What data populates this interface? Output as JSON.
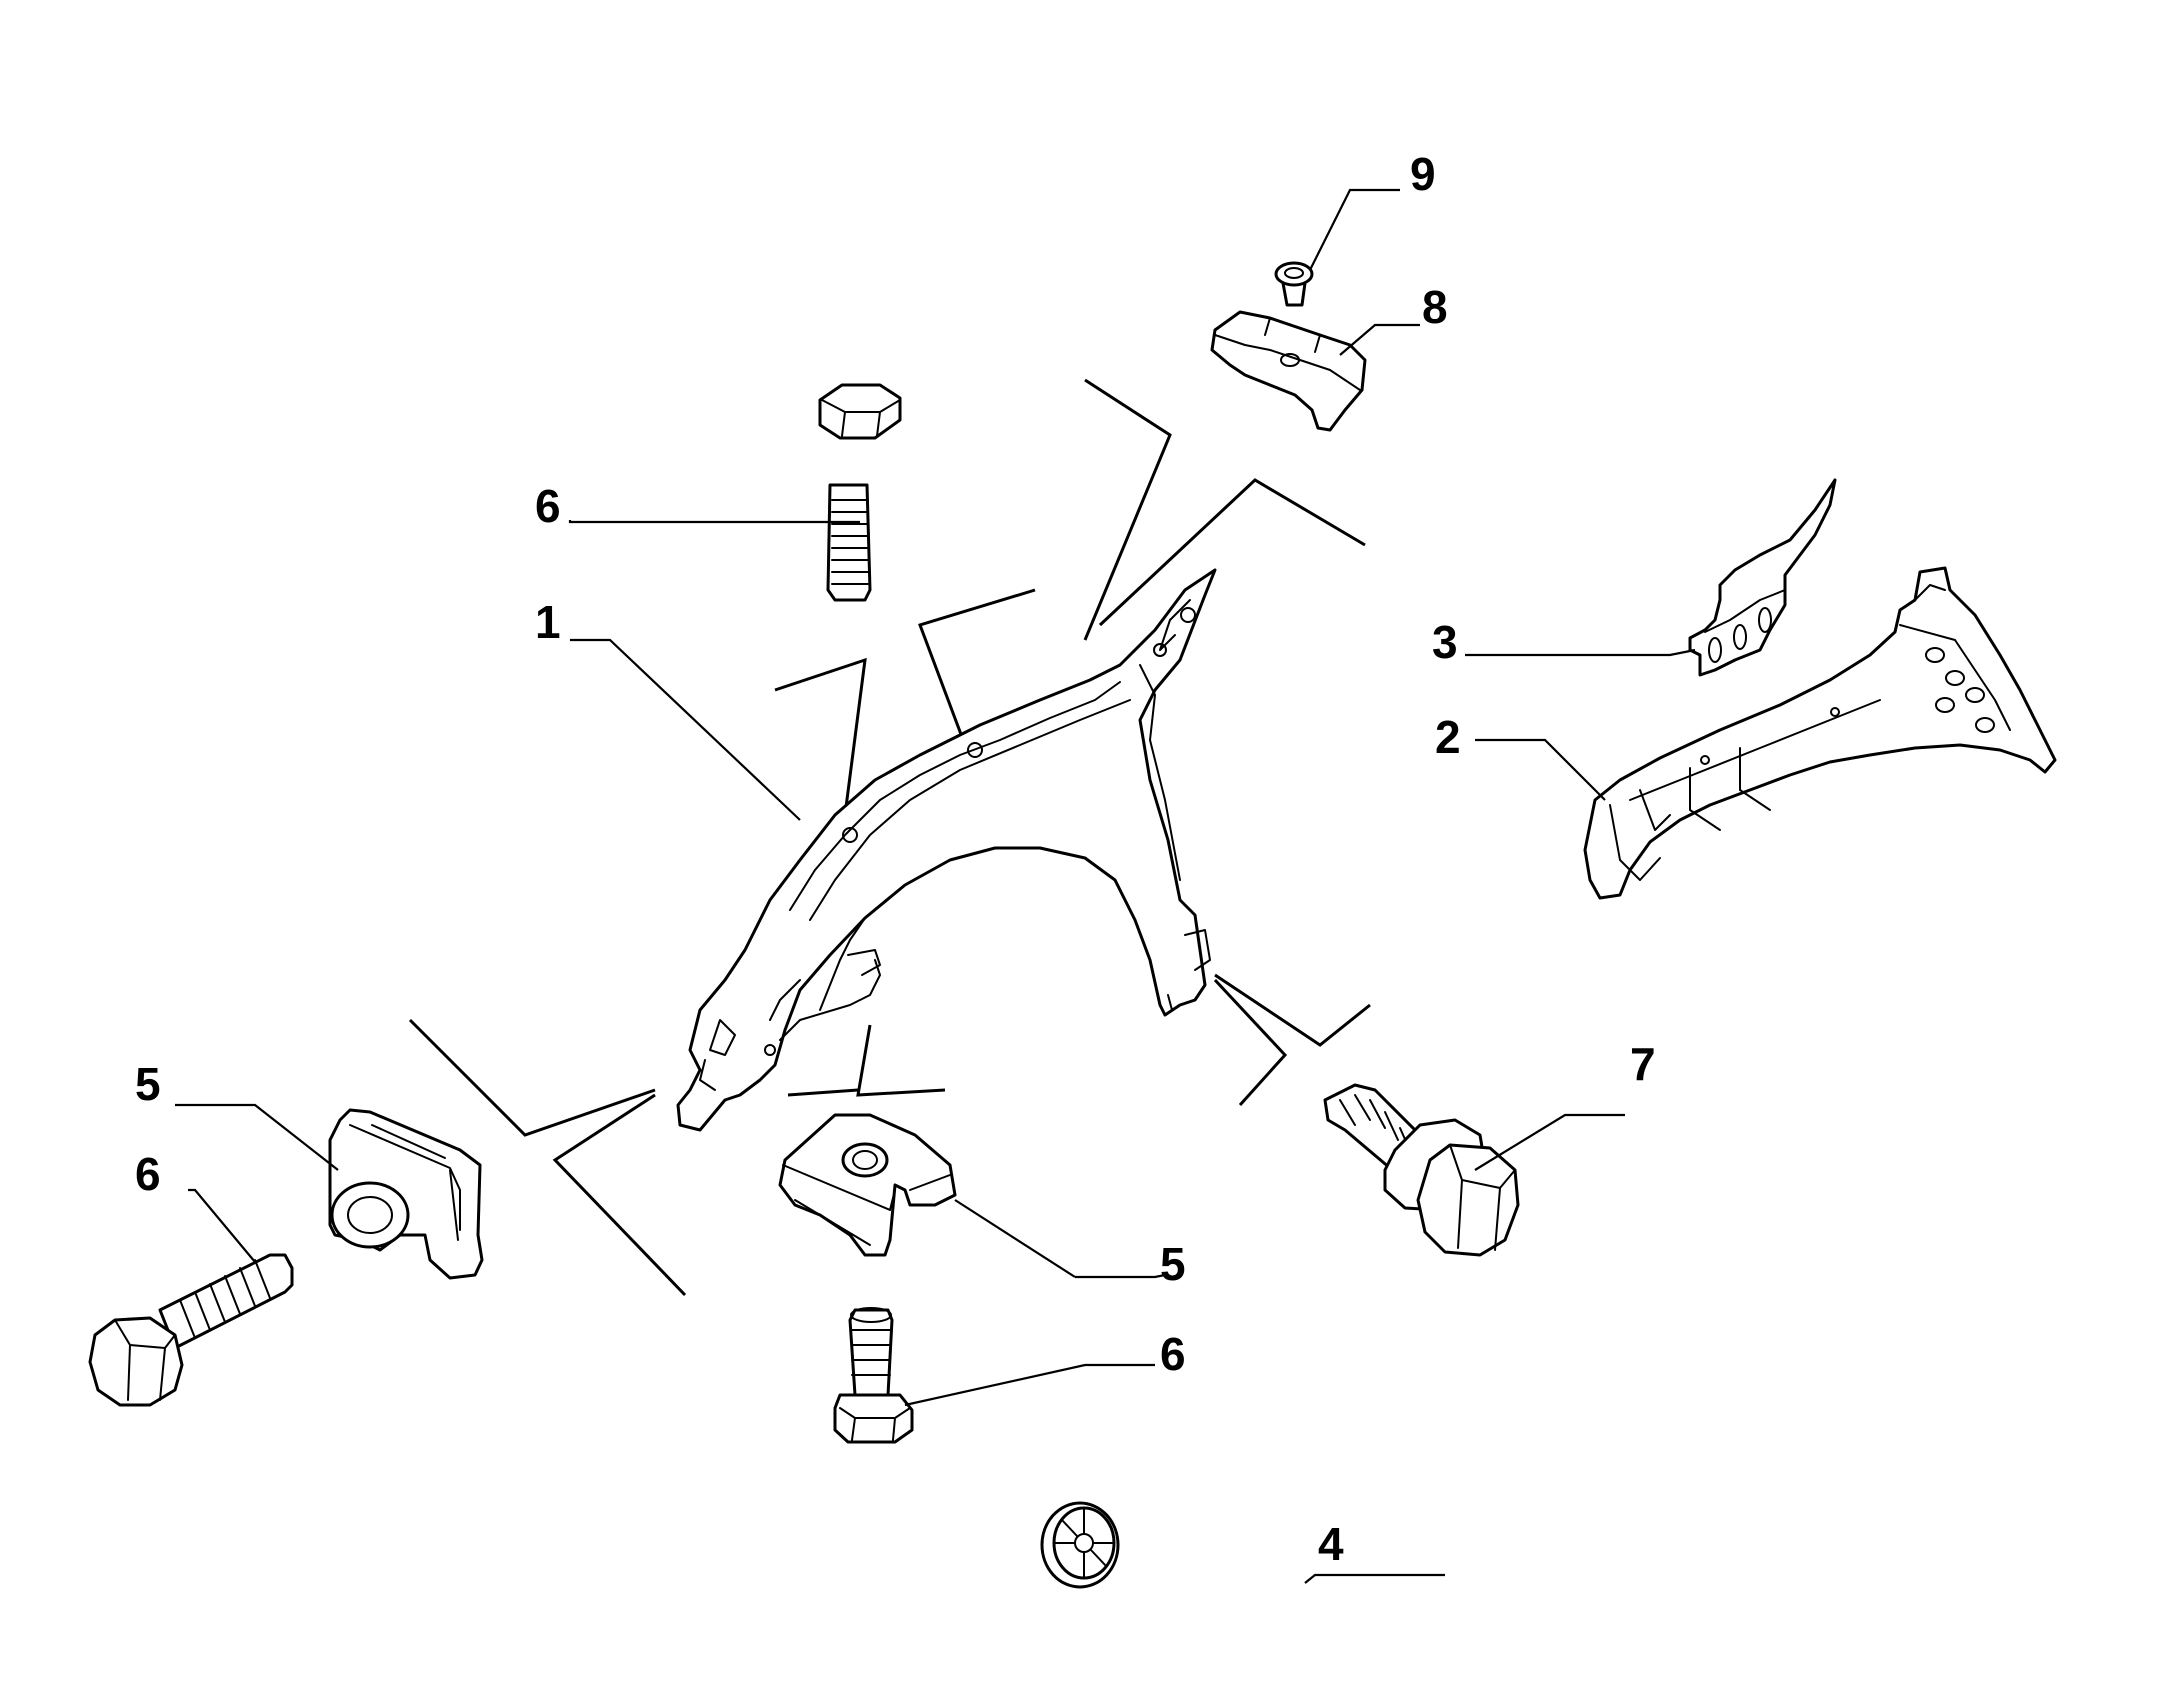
{
  "callouts": {
    "c1": "1",
    "c2": "2",
    "c3": "3",
    "c4": "4",
    "c5a": "5",
    "c5b": "5",
    "c6a": "6",
    "c6b": "6",
    "c6c": "6",
    "c7": "7",
    "c8": "8",
    "c9": "9"
  }
}
